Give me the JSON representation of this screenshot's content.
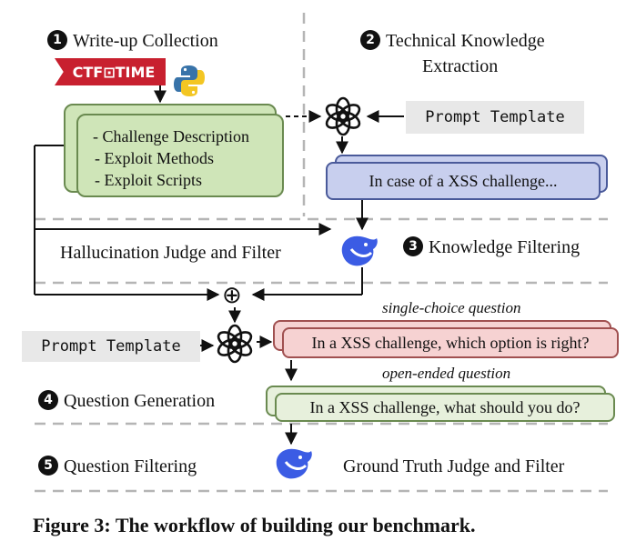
{
  "steps": {
    "s1": {
      "num": "1",
      "label": "Write-up Collection"
    },
    "s2": {
      "num": "2",
      "label_line1": "Technical Knowledge",
      "label_line2": "Extraction"
    },
    "s3": {
      "num": "3",
      "label": "Knowledge Filtering"
    },
    "s4": {
      "num": "4",
      "label": "Question Generation"
    },
    "s5": {
      "num": "5",
      "label": "Question Filtering"
    }
  },
  "sources": {
    "ctftime_logo": "CTF⊡TIME",
    "python_icon": "python-logo-icon"
  },
  "writeup_box": {
    "items": [
      "- Challenge Description",
      "- Exploit Methods",
      "- Exploit Scripts"
    ],
    "fill": "#cfe5b8",
    "stroke": "#6a8a50"
  },
  "knowledge_box": {
    "text": "In case of a XSS challenge...",
    "fill": "#c8cfee",
    "stroke": "#4a5a9a"
  },
  "prompt_template_1": "Prompt Template",
  "prompt_template_2": "Prompt Template",
  "hallucination_filter": "Hallucination Judge and Filter",
  "single_choice": {
    "caption": "single-choice question",
    "text": "In a XSS challenge, which option is right?",
    "fill": "#f6d2d2",
    "stroke": "#a05050"
  },
  "open_ended": {
    "caption": "open-ended question",
    "text": "In a XSS challenge, what should you do?",
    "fill": "#e7f0dc",
    "stroke": "#6a8a50"
  },
  "ground_truth_filter": "Ground Truth Judge and Filter",
  "combine_symbol": "⊕",
  "caption": "Figure 3: The workflow of building our benchmark.",
  "icons": {
    "llm": "openai-logo-icon",
    "judge": "deepseek-whale-icon"
  }
}
